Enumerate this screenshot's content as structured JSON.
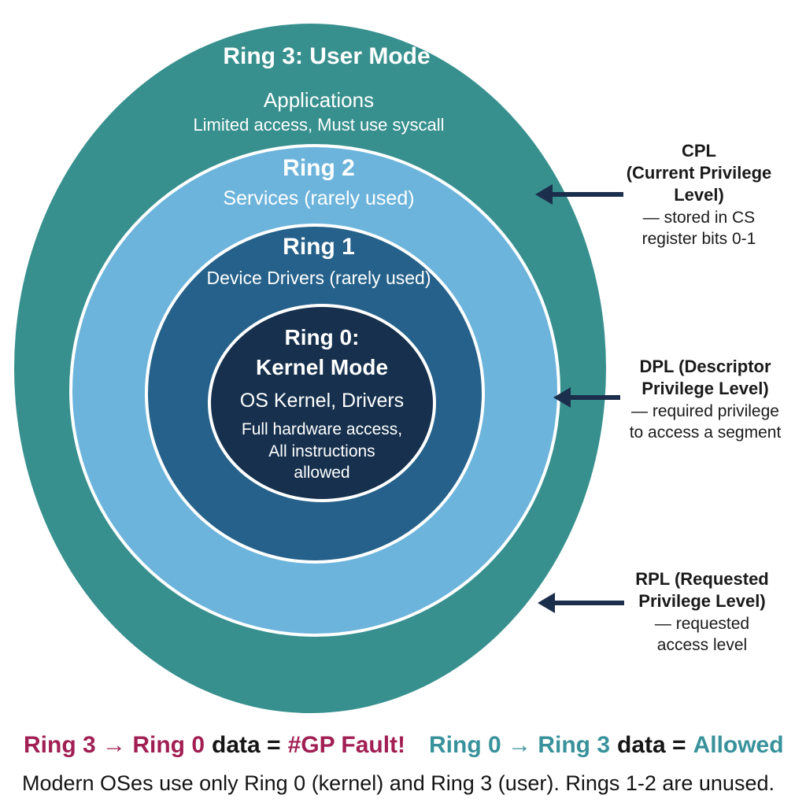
{
  "colors": {
    "teal": "#37908e",
    "lightblue": "#6cb4dc",
    "medblue": "#25618a",
    "navy": "#16304d",
    "arrow": "#1b2e4b",
    "crimson": "#a11f53",
    "tealtext": "#38929b",
    "ink": "#1a1a1a"
  },
  "diagram": {
    "rings": {
      "ring3": {
        "title": "Ring 3: User Mode",
        "sub": "Applications",
        "desc": "Limited access, Must use syscall",
        "color": "#37908e"
      },
      "ring2": {
        "title": "Ring 2",
        "sub": "Services (rarely used)",
        "color": "#6cb4dc"
      },
      "ring1": {
        "title": "Ring 1",
        "sub": "Device Drivers (rarely used)",
        "color": "#25618a"
      },
      "ring0": {
        "title": "Ring 0:\nKernel Mode",
        "sub": "OS Kernel, Drivers",
        "desc": "Full hardware access,\nAll instructions\nallowed",
        "color": "#16304d"
      }
    },
    "annotations": {
      "cpl": {
        "title": "CPL\n(Current Privilege\nLevel)",
        "desc": "— stored in CS\nregister bits 0-1"
      },
      "dpl": {
        "title": "DPL (Descriptor\nPrivilege Level)",
        "desc": "— required privilege\nto access a segment"
      },
      "rpl": {
        "title": "RPL (Requested\nPrivilege Level)",
        "desc": "— requested\naccess level"
      }
    }
  },
  "footer": {
    "rule_denied": {
      "from_to": "Ring 3 → Ring 0",
      "middle": "data =",
      "result": "#GP Fault!"
    },
    "rule_allowed": {
      "from_to": "Ring 0 → Ring 3",
      "middle": "data =",
      "result": "Allowed"
    },
    "note": "Modern OSes use only Ring 0 (kernel) and Ring 3 (user). Rings 1-2 are unused."
  }
}
